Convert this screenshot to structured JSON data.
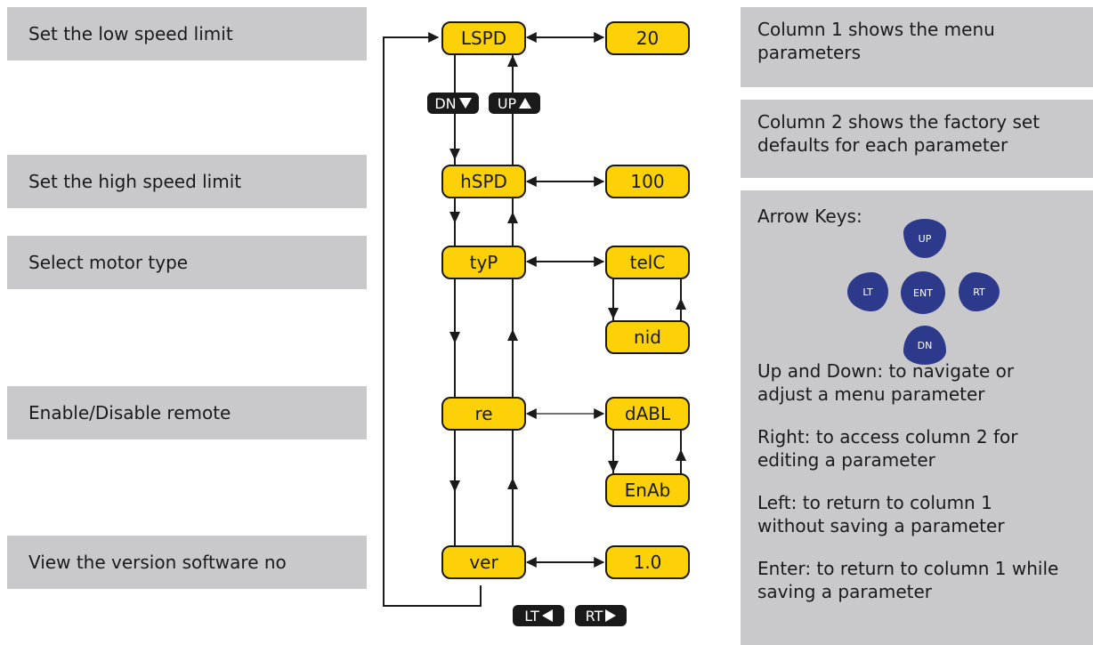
{
  "descriptions": [
    "Set the low speed limit",
    "Set the high speed limit",
    "Select motor type",
    "Enable/Disable remote",
    "View the version software no"
  ],
  "menu": [
    "LSPD",
    "hSPD",
    "tyP",
    "re",
    "ver"
  ],
  "values": {
    "lspd": "20",
    "hspd": "100",
    "typ_options": [
      "telC",
      "nid"
    ],
    "re_options": [
      "dABL",
      "EnAb"
    ],
    "ver": "1.0"
  },
  "key_labels": {
    "dn": "DN",
    "up": "UP",
    "lt": "LT",
    "rt": "RT"
  },
  "info": {
    "col1": "Column 1 shows the menu parameters",
    "col2": "Column 2 shows the factory set defaults for each parameter",
    "arrow_keys_title": "Arrow Keys:",
    "keypad": {
      "up": "UP",
      "lt": "LT",
      "ent": "ENT",
      "rt": "RT",
      "dn": "DN"
    },
    "instructions": [
      "Up and Down: to navigate or adjust a menu parameter",
      "Right: to access column 2 for editing a parameter",
      "Left: to return to column 1 without saving a parameter",
      "Enter: to return to column 1 while saving a parameter"
    ]
  },
  "colors": {
    "node": "#fcd107",
    "panel": "#c9c9cb",
    "key": "#1a1a1a",
    "keypad": "#2d3a8c"
  }
}
